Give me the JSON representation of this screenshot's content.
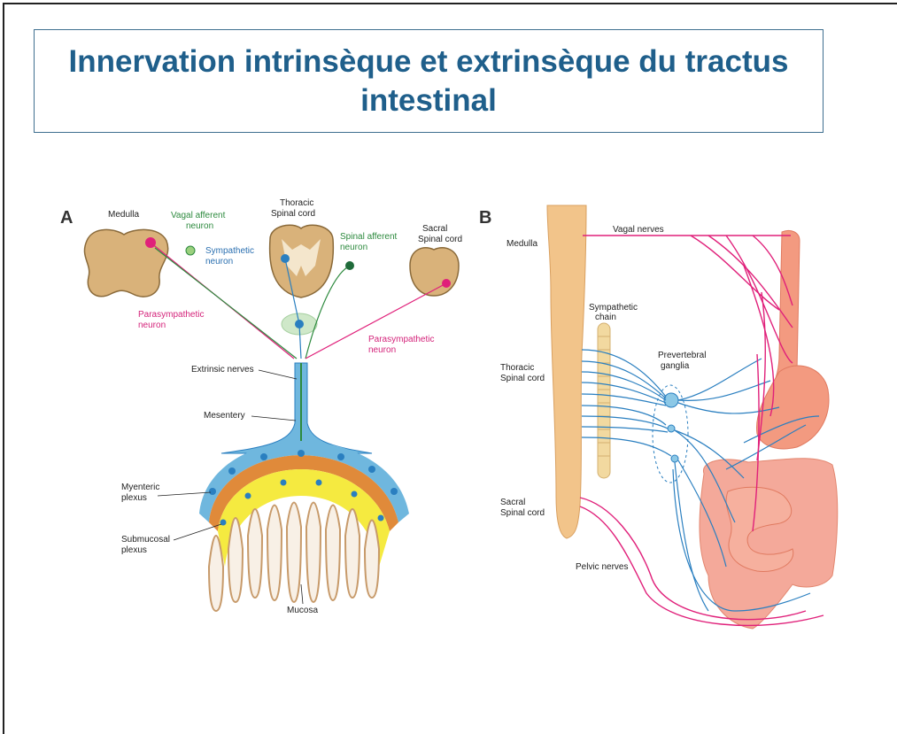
{
  "title": "Innervation intrinsèque et extrinsèque du tractus intestinal",
  "panel_a": {
    "letter": "A",
    "labels": {
      "medulla": "Medulla",
      "vagal_afferent_1": "Vagal afferent",
      "vagal_afferent_2": "neuron",
      "thoracic_1": "Thoracic",
      "thoracic_2": "Spinal cord",
      "sympathetic_1": "Sympathetic",
      "sympathetic_2": "neuron",
      "spinal_afferent_1": "Spinal afferent",
      "spinal_afferent_2": "neuron",
      "sacral_1": "Sacral",
      "sacral_2": "Spinal cord",
      "parasymp_left_1": "Parasympathetic",
      "parasymp_left_2": "neuron",
      "parasymp_right_1": "Parasympathetic",
      "parasymp_right_2": "neuron",
      "extrinsic": "Extrinsic nerves",
      "mesentery": "Mesentery",
      "myenteric_1": "Myenteric",
      "myenteric_2": "plexus",
      "submucosal_1": "Submucosal",
      "submucosal_2": "plexus",
      "mucosa": "Mucosa"
    }
  },
  "panel_b": {
    "letter": "B",
    "labels": {
      "medulla": "Medulla",
      "vagal_nerves": "Vagal nerves",
      "sympathetic_chain_1": "Sympathetic",
      "sympathetic_chain_2": "chain",
      "prevertebral_1": "Prevertebral",
      "prevertebral_2": "ganglia",
      "thoracic_1": "Thoracic",
      "thoracic_2": "Spinal cord",
      "sacral_1": "Sacral",
      "sacral_2": "Spinal cord",
      "pelvic": "Pelvic nerves"
    }
  },
  "colors": {
    "title": "#1f5f8b",
    "parasympathetic": "#e0207a",
    "sympathetic": "#2a7fc0",
    "afferent": "#2d8a3e",
    "tissue": "#d9b27a",
    "gut": "#f0907a"
  }
}
